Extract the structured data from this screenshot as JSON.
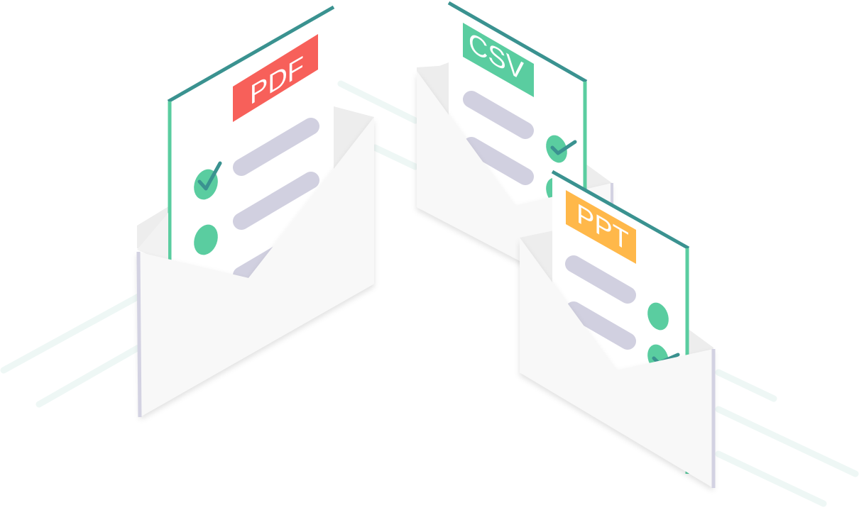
{
  "illustration": {
    "description": "Isometric illustration of three envelopes containing file-type documents",
    "documents": [
      {
        "id": "pdf",
        "label": "PDF",
        "badge_color": "#F7605A"
      },
      {
        "id": "csv",
        "label": "CSV",
        "badge_color": "#5ACDA0"
      },
      {
        "id": "ppt",
        "label": "PPT",
        "badge_color": "#FFB84A"
      }
    ],
    "colors": {
      "paper": "#FFFFFF",
      "paper_edge_top": "#3A9290",
      "paper_edge_side": "#5ACDA0",
      "text_line": "#D1D0E0",
      "check_circle": "#5ACDA0",
      "check_mark": "#3A9290",
      "envelope_front": "#F8F8F8",
      "envelope_back": "#EDEDED",
      "envelope_side": "#D3D2E2",
      "background_stripe": "#EEF7F5"
    }
  }
}
